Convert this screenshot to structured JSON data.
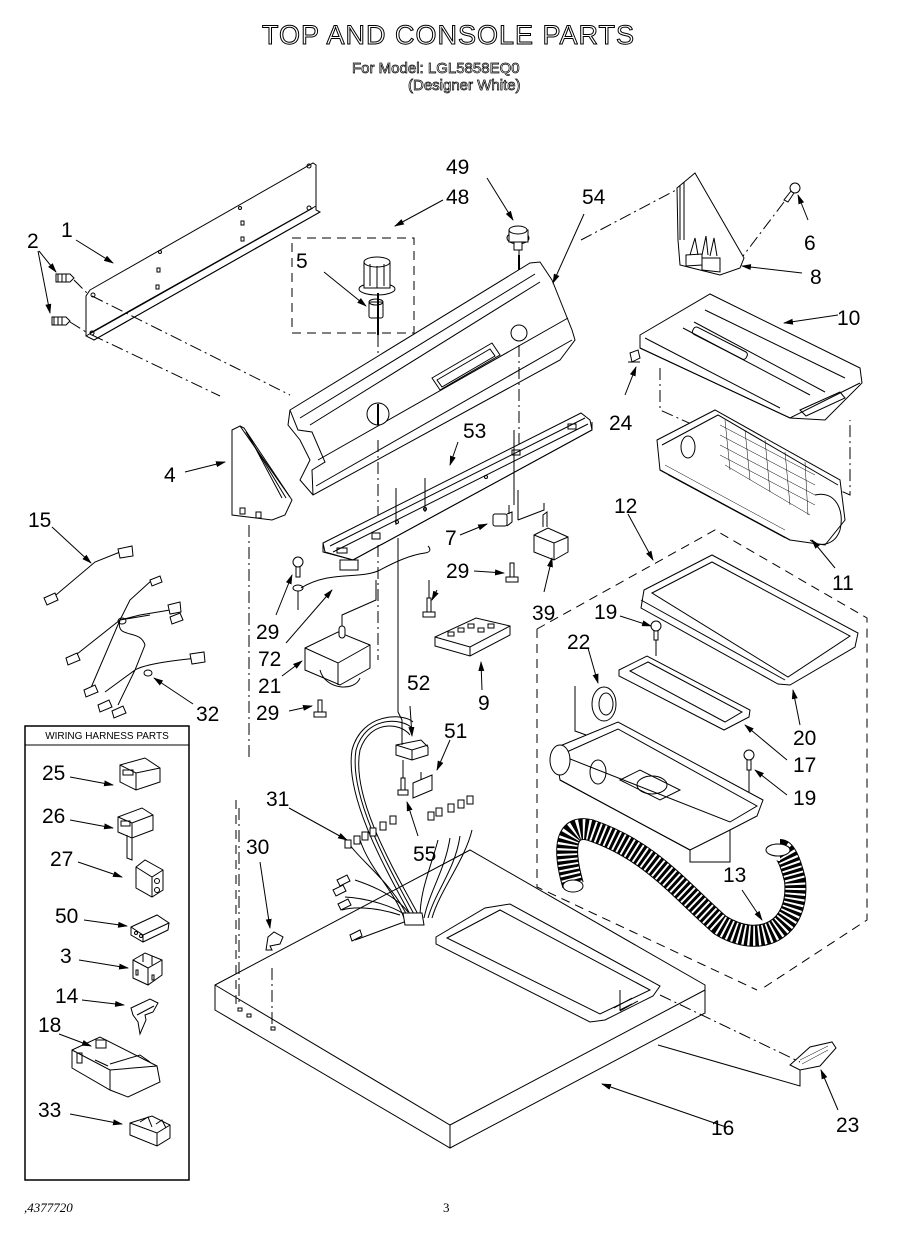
{
  "header": {
    "title": "TOP AND CONSOLE PARTS",
    "model_line": "For Model: LGL5858EQ0",
    "model_variant": "(Designer White)"
  },
  "footer": {
    "doc_number": ",4377720",
    "page_number": "3"
  },
  "wiring_box": {
    "title": "WIRING HARNESS PARTS",
    "callouts": [
      "25",
      "26",
      "27",
      "50",
      "3",
      "14",
      "18",
      "33"
    ]
  },
  "callouts": {
    "c1": "1",
    "c2": "2",
    "c4": "4",
    "c5": "5",
    "c6": "6",
    "c7": "7",
    "c8": "8",
    "c9": "9",
    "c10": "10",
    "c11": "11",
    "c12": "12",
    "c13": "13",
    "c15": "15",
    "c16": "16",
    "c17": "17",
    "c19a": "19",
    "c19b": "19",
    "c20": "20",
    "c21": "21",
    "c22": "22",
    "c23": "23",
    "c24": "24",
    "c29a": "29",
    "c29b": "29",
    "c29c": "29",
    "c30": "30",
    "c31": "31",
    "c32": "32",
    "c39": "39",
    "c48": "48",
    "c49": "49",
    "c51": "51",
    "c52": "52",
    "c53": "53",
    "c54": "54",
    "c55": "55",
    "c72": "72"
  }
}
